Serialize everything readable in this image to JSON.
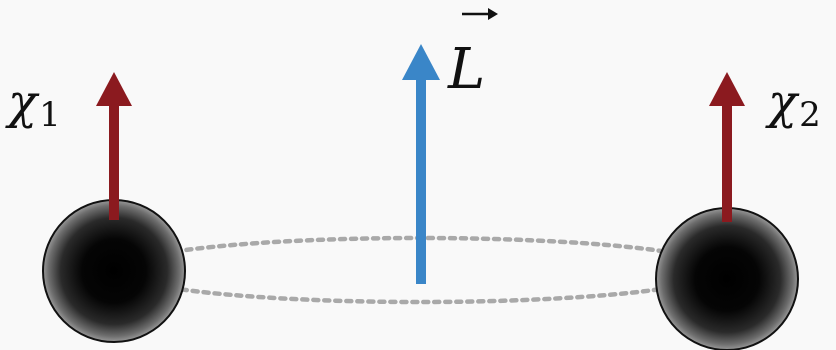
{
  "labels": {
    "spin_1": "χ",
    "spin_1_sub": "1",
    "spin_2": "χ",
    "spin_2_sub": "2",
    "orbital_momentum": "L"
  },
  "colors": {
    "background": "#f9f9f9",
    "spin_arrow": "#8b1a1f",
    "angular_momentum_arrow": "#3a86c8",
    "orbit_path": "#a9a9a9",
    "black_hole": "#050505"
  },
  "icons": {
    "black_hole_1": "black-hole-sphere",
    "black_hole_2": "black-hole-sphere",
    "vector_arrow": "vector-over-arrow"
  }
}
